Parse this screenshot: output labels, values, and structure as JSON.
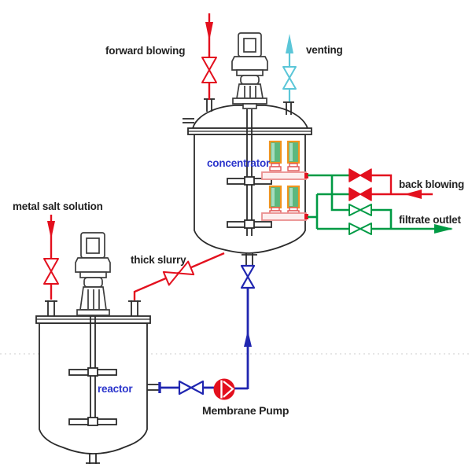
{
  "streams": {
    "forward_blowing": "forward blowing",
    "venting": "venting",
    "metal_salt_solution": "metal salt solution",
    "thick_slurry": "thick slurry",
    "back_blowing": "back blowing",
    "filtrate_outlet": "filtrate outlet"
  },
  "equipment": {
    "concentrator": "concentrator",
    "reactor": "reactor",
    "membrane_pump": "Membrane Pump"
  },
  "colors": {
    "red": "#e3101e",
    "green": "#009a44",
    "cyan": "#5bc6d8",
    "blue": "#2026b0",
    "label_blue": "#2b35cc",
    "outline": "#2b2b2b",
    "membrane_green": "#5cb87e",
    "membrane_green_light": "#a5dcc0",
    "membrane_orange": "#f0941e",
    "manifold_pink": "#ea8f8f",
    "manifold_fill": "#fdeeee",
    "foot_red": "#e05555",
    "dotted_gray": "#cccccc",
    "text_black": "#222222"
  }
}
